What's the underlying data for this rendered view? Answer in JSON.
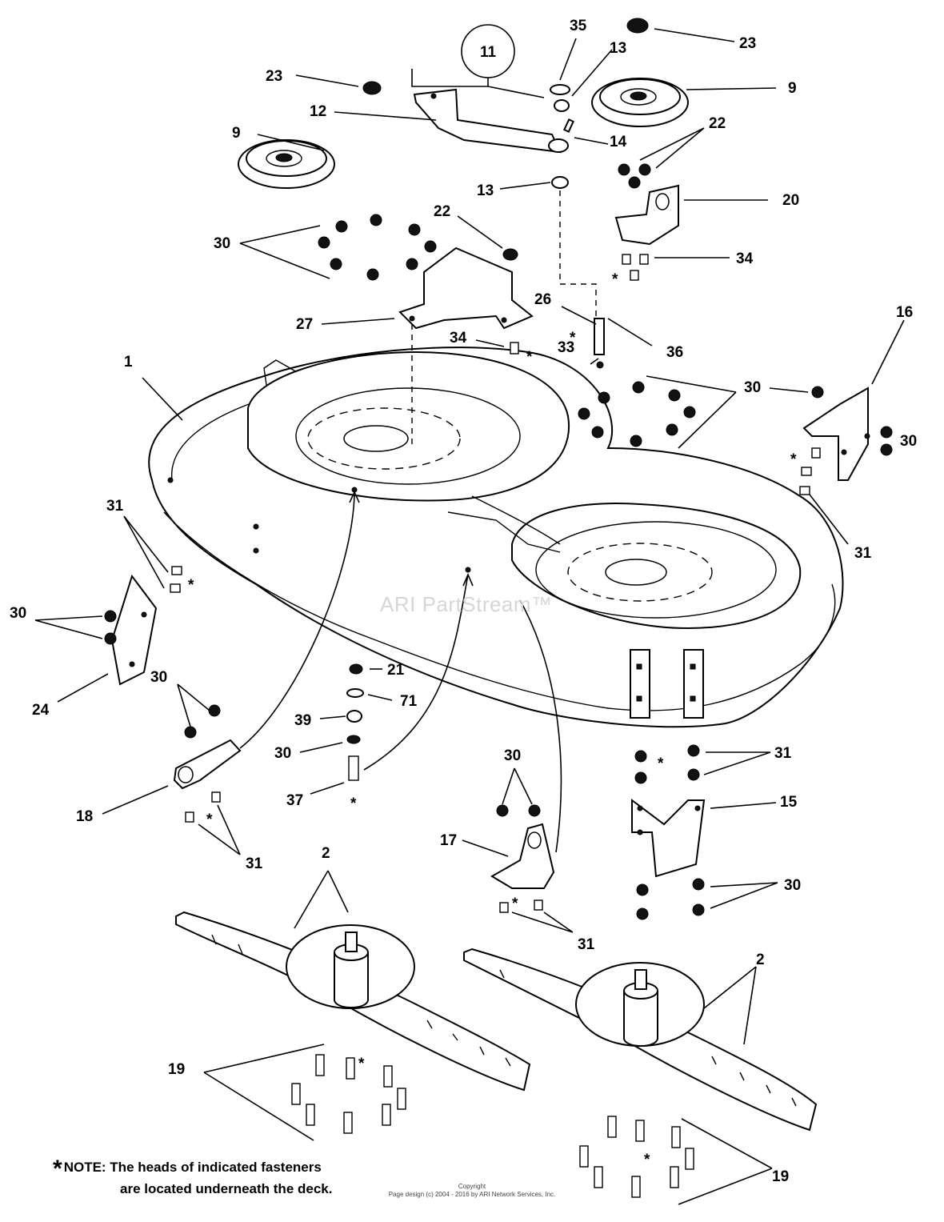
{
  "callouts": [
    "1",
    "2",
    "2",
    "9",
    "9",
    "11",
    "12",
    "13",
    "13",
    "14",
    "15",
    "16",
    "17",
    "18",
    "19",
    "19",
    "20",
    "21",
    "22",
    "22",
    "23",
    "23",
    "24",
    "26",
    "27",
    "30",
    "30",
    "30",
    "30",
    "30",
    "30",
    "30",
    "30",
    "31",
    "31",
    "31",
    "31",
    "31",
    "33",
    "34",
    "34",
    "35",
    "36",
    "37",
    "39",
    "71"
  ],
  "asterisk": "*",
  "note": {
    "star": "*",
    "line1": "NOTE: The heads of indicated fasteners",
    "line2": "are located underneath the deck."
  },
  "copyright": {
    "line1": "Copyright",
    "line2": "Page design (c) 2004 - 2016 by ARI Network Services, Inc."
  },
  "watermark": "ARI PartStream™"
}
